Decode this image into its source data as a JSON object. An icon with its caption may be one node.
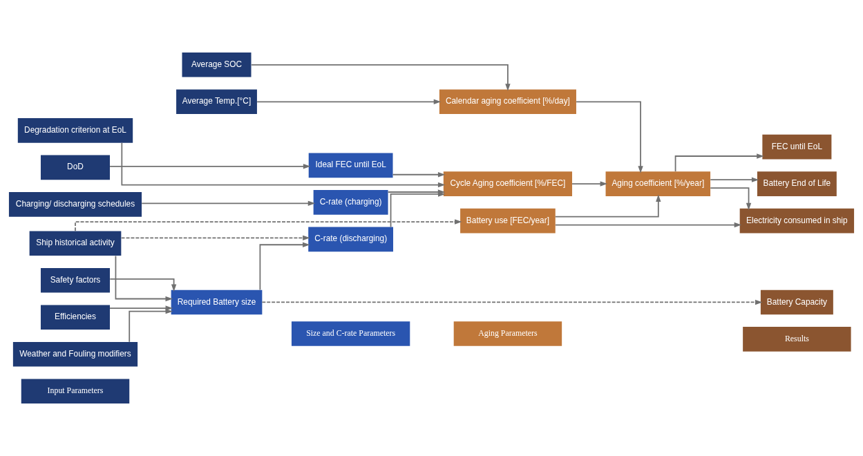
{
  "diagram": {
    "nodes": [
      {
        "text": [
          "Input Parameters"
        ]
      },
      {
        "text": [
          "Size and C-rate Parameters"
        ]
      },
      {
        "text": [
          "Aging Parameters"
        ]
      },
      {
        "text": [
          "Results"
        ]
      },
      {
        "text": [
          "Efficiencies"
        ]
      },
      {
        "text": [
          "Weather and Fouling modifiers"
        ]
      },
      {
        "text": [
          "Safety factors"
        ]
      },
      {
        "text": [
          "Ship historical activity"
        ]
      },
      {
        "text": [
          "Average SOC"
        ]
      },
      {
        "text": [
          "Average Temp.[°C]"
        ]
      },
      {
        "text": [
          "Battery use [FEC/year]"
        ]
      },
      {
        "text": [
          "Calendar aging coefficient [%/day]"
        ]
      },
      {
        "text": [
          "Electricity consumed in ship"
        ]
      },
      {
        "text": [
          "Aging coefficient [%/year]"
        ]
      },
      {
        "text": [
          "FEC until EoL"
        ]
      },
      {
        "text": [
          "Charging/ discharging schedules"
        ]
      },
      {
        "text": [
          "Required Battery size"
        ]
      },
      {
        "text": [
          "C-rate (discharging)"
        ]
      },
      {
        "text": [
          "Battery End of Life"
        ]
      },
      {
        "text": [
          "C-rate (charging)"
        ]
      },
      {
        "text": [
          "Cycle Aging coefficient [%/FEC]"
        ]
      },
      {
        "text": [
          "DoD"
        ]
      },
      {
        "text": [
          "Ideal FEC until EoL"
        ]
      },
      {
        "text": [
          "Battery Capacity"
        ]
      },
      {
        "text": [
          "Degradation criterion at EoL"
        ]
      }
    ],
    "edges": [
      {
        "from": 4,
        "to": 16,
        "arrow": "to"
      },
      {
        "from": 5,
        "to": 16,
        "arrow": "to"
      },
      {
        "from": 6,
        "to": 16,
        "arrow": "to"
      },
      {
        "from": 7,
        "to": 16,
        "arrow": "to"
      },
      {
        "from": 7,
        "to": 10,
        "arrow": "to",
        "style": "dashed"
      },
      {
        "from": 7,
        "to": 17,
        "arrow": "to",
        "style": "dashed"
      },
      {
        "from": 8,
        "to": 11,
        "arrow": "to"
      },
      {
        "from": 9,
        "to": 11,
        "arrow": "to"
      },
      {
        "from": 10,
        "to": 12,
        "arrow": "to"
      },
      {
        "from": 10,
        "to": 13,
        "arrow": "to"
      },
      {
        "from": 11,
        "to": 13,
        "arrow": "to"
      },
      {
        "from": 20,
        "to": 13,
        "arrow": "to"
      },
      {
        "from": 13,
        "to": 12,
        "arrow": "to"
      },
      {
        "from": 13,
        "to": 14,
        "arrow": "to"
      },
      {
        "from": 13,
        "to": 18,
        "arrow": "to"
      },
      {
        "from": 16,
        "to": 17,
        "arrow": "to"
      },
      {
        "from": 16,
        "to": 23,
        "arrow": "to",
        "style": "dashed"
      },
      {
        "from": 15,
        "to": 19,
        "arrow": "to"
      },
      {
        "from": 21,
        "to": 22,
        "arrow": "to"
      },
      {
        "from": 17,
        "to": 20,
        "arrow": "to"
      },
      {
        "from": 19,
        "to": 20,
        "arrow": "to"
      },
      {
        "from": 22,
        "to": 20,
        "arrow": "to"
      },
      {
        "from": 24,
        "to": 20,
        "arrow": "to"
      }
    ]
  }
}
